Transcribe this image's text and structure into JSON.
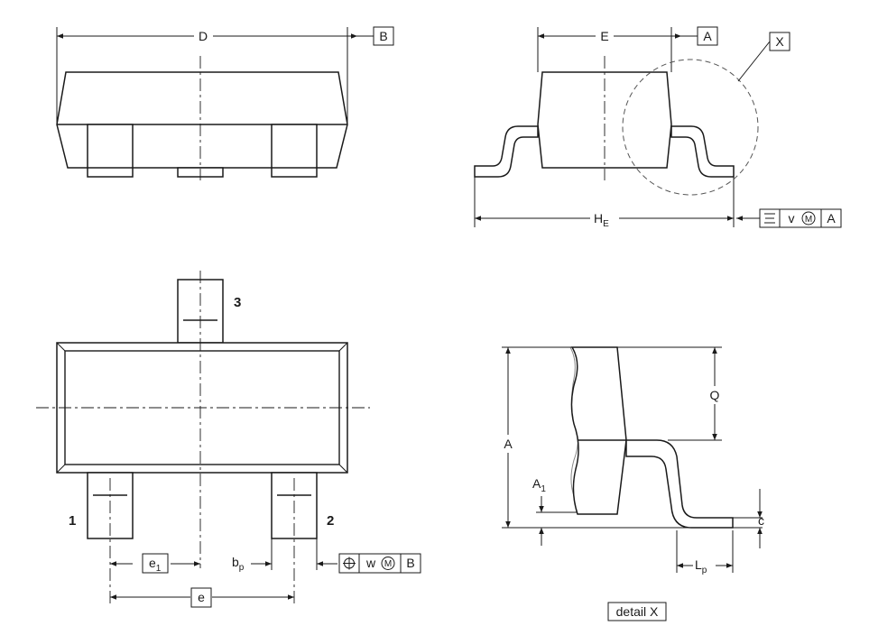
{
  "dimensions": {
    "D": "D",
    "E": "E",
    "HE_main": "H",
    "HE_sub": "E",
    "A": "A",
    "A1_main": "A",
    "A1_sub": "1",
    "Q": "Q",
    "c": "c",
    "Lp_main": "L",
    "Lp_sub": "p",
    "bp_main": "b",
    "bp_sub": "p",
    "e": "e",
    "e1_main": "e",
    "e1_sub": "1"
  },
  "datums": {
    "B": "B",
    "A": "A",
    "X": "X"
  },
  "pins": {
    "pin1": "1",
    "pin2": "2",
    "pin3": "3"
  },
  "tolerances": {
    "flatness": {
      "value": "v",
      "modifier": "M",
      "datum": "A"
    },
    "position": {
      "value": "w",
      "modifier": "M",
      "datum": "B"
    }
  },
  "detail_label": "detail X"
}
